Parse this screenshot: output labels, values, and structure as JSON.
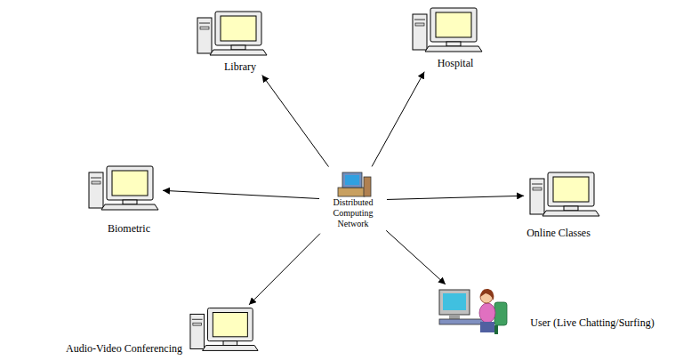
{
  "diagram": {
    "nodes": [
      {
        "text": [
          "Library"
        ]
      },
      {
        "text": [
          "Hospital"
        ]
      },
      {
        "text": [
          "Biometric"
        ]
      },
      {
        "text": [
          "Distributed Computing Network"
        ]
      },
      {
        "text": [
          "Online Classes"
        ]
      },
      {
        "text": [
          "Audio-Video Conferencing"
        ]
      },
      {
        "text": [
          "User (Live Chatting/Surfing)"
        ]
      }
    ],
    "edges": [
      {
        "from": 3,
        "to": 0,
        "arrow": "to"
      },
      {
        "from": 3,
        "to": 1,
        "arrow": "to"
      },
      {
        "from": 3,
        "to": 2,
        "arrow": "to"
      },
      {
        "from": 3,
        "to": 4,
        "arrow": "to"
      },
      {
        "from": 3,
        "to": 5,
        "arrow": "to"
      },
      {
        "from": 3,
        "to": 6,
        "arrow": "to"
      }
    ]
  }
}
